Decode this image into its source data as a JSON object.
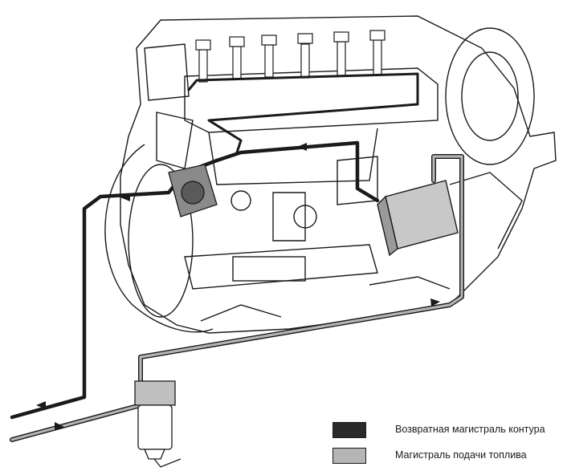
{
  "legend": {
    "items": [
      {
        "label": "Возвратная магистраль контура",
        "color": "#2a2a2a"
      },
      {
        "label": "Магистраль подачи топлива",
        "color": "#b5b5b5"
      }
    ]
  },
  "colors": {
    "return_line": "#2a2a2a",
    "supply_line": "#b5b5b5",
    "outline": "#1a1a1a",
    "background": "#ffffff"
  },
  "icons": [
    "engine-drawing",
    "injector-icon",
    "fuel-filter-icon",
    "control-unit-icon",
    "flow-arrow-icon"
  ]
}
